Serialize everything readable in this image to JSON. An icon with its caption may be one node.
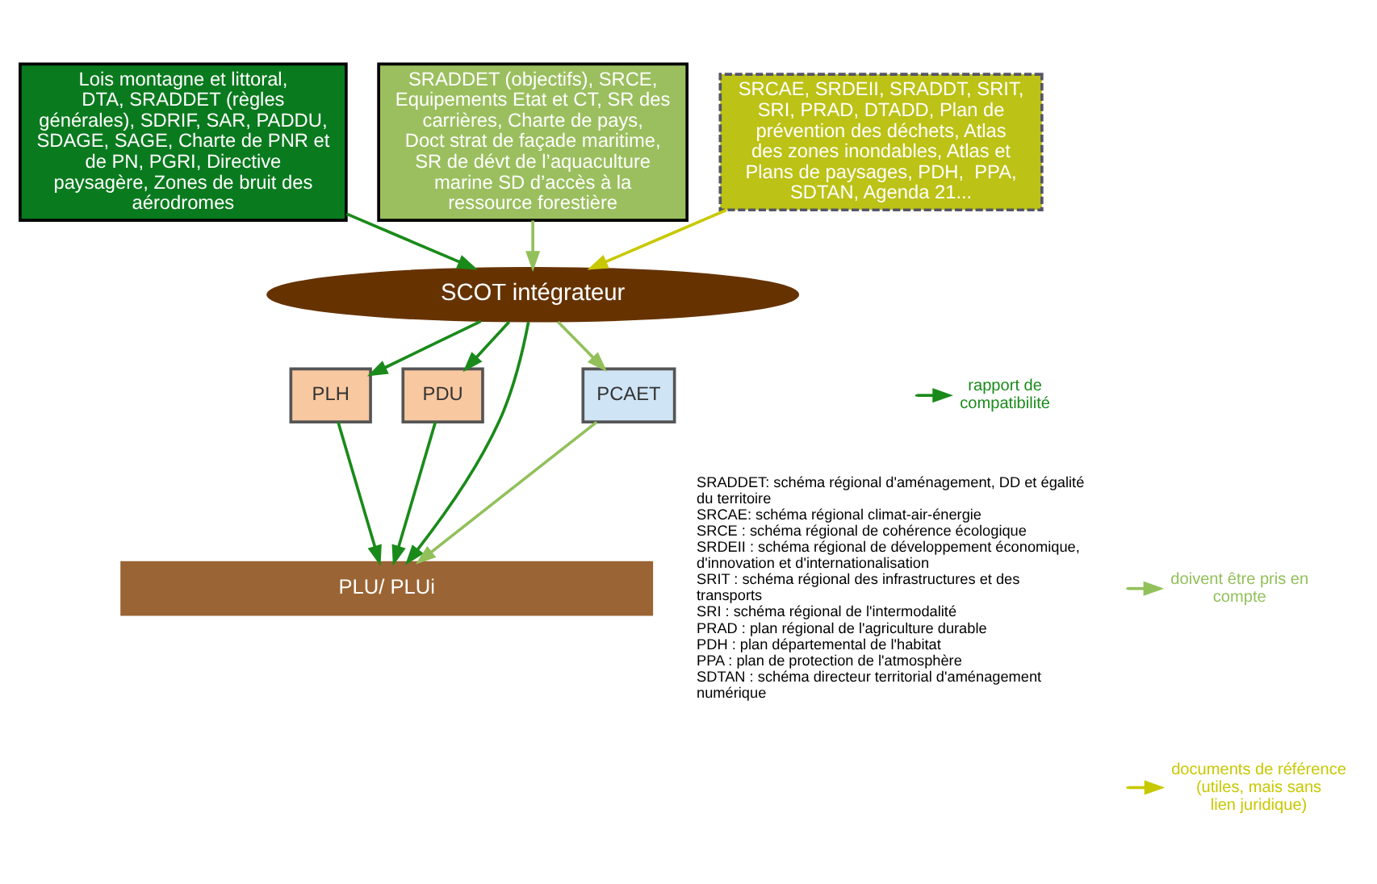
{
  "diagram": {
    "nodes": [
      {
        "text": [
          "Lois montagne et littoral, DTA, SRADDET (règles générales), SDRIF, SAR, PADDU, SDAGE, SAGE, Charte de PNR et de PN, PGRI, Directive paysagère, Zones de bruit des aérodromes"
        ]
      },
      {
        "text": [
          "SRADDET (objectifs), SRCE, Equipements Etat et CT, SR des carrières, Charte de pays, Doct strat de façade maritime, SR de dévt de l’aquaculture marine SD d’accès à la ressource forestière"
        ]
      },
      {
        "text": [
          "SRCAE, SRDEII, SRADDT, SRIT, SRI, PRAD, DTADD, Plan de prévention des déchets, Atlas des zones inondables, Atlas et Plans de paysages, PDH,  PPA, SDTAN, Agenda 21..."
        ]
      },
      {
        "text": [
          "SCOT intégrateur"
        ]
      },
      {
        "text": [
          "PLH"
        ]
      },
      {
        "text": [
          "PDU"
        ]
      },
      {
        "text": [
          "PCAET"
        ]
      },
      {
        "text": [
          "PLU/ PLUi"
        ]
      }
    ],
    "edges": [
      {
        "from": 0,
        "to": 3,
        "arrow": "to"
      },
      {
        "from": 1,
        "to": 3,
        "arrow": "to",
        "color": "#92c05a"
      },
      {
        "from": 2,
        "to": 3,
        "arrow": "to",
        "color": "#c8c800"
      },
      {
        "from": 3,
        "to": 4,
        "arrow": "to"
      },
      {
        "from": 3,
        "to": 5,
        "arrow": "to"
      },
      {
        "from": 3,
        "to": 7,
        "arrow": "to"
      },
      {
        "from": 3,
        "to": 6,
        "arrow": "to",
        "color": "#92c05a"
      },
      {
        "from": 4,
        "to": 7,
        "arrow": "to"
      },
      {
        "from": 5,
        "to": 7,
        "arrow": "to"
      },
      {
        "from": 6,
        "to": 7,
        "arrow": "to",
        "color": "#92c05a"
      }
    ],
    "labels": [
      "SRADDET: schéma régional d'aménagement, DD et égalité du territoire",
      "SRCAE: schéma régional climat-air-énergie",
      "SRCE : schéma régional de cohérence écologique",
      "SRDEII : schéma régional de développement économique, d'innovation et d'internationalisation",
      "SRIT : schéma régional des infrastructures et des transports",
      "SRI : schéma régional de l'intermodalité",
      "PRAD : plan régional de l'agriculture durable",
      "PDH : plan départemental de l'habitat",
      "PPA : plan de protection de l'atmosphère",
      "SDTAN : schéma directeur territorial d'aménagement numérique"
    ],
    "legend": [
      {
        "text": "rapport de compatibilité",
        "color": "#1a8a1a"
      },
      {
        "text": "doivent être pris en compte",
        "color": "#92c05a"
      },
      {
        "text": "documents de référence (utiles, mais sans lien juridique)",
        "color": "#c8c800"
      }
    ]
  }
}
